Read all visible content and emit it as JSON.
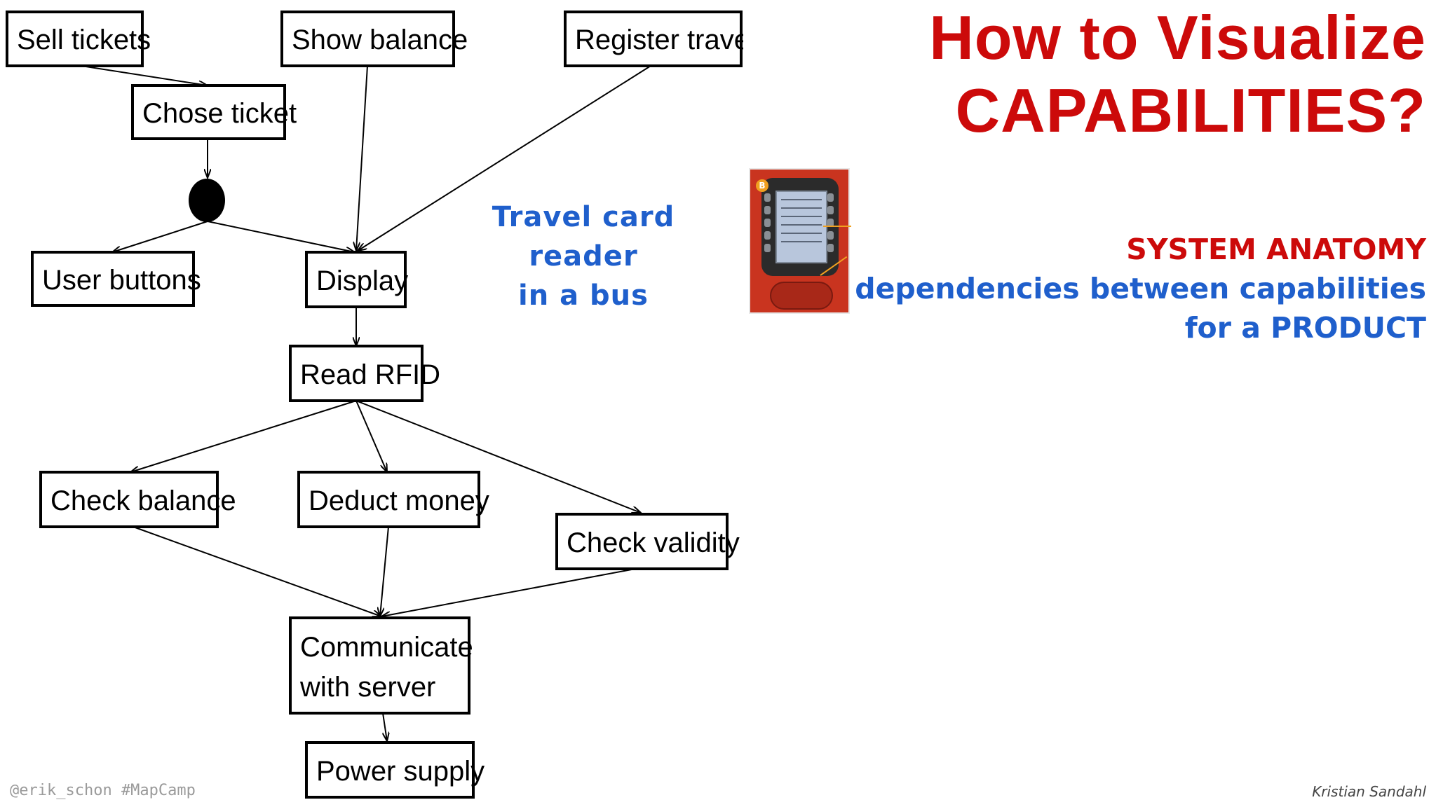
{
  "title": {
    "line1": "How to Visualize",
    "line2": "CAPABILITIES?"
  },
  "anatomy": {
    "heading": "SYSTEM ANATOMY",
    "line1": "dependencies between capabilities",
    "line2": "for a PRODUCT"
  },
  "reader": {
    "caption_line1": "Travel card reader",
    "caption_line2": "in a bus",
    "badge": "B"
  },
  "diagram": {
    "nodes": [
      {
        "id": "sell_tickets",
        "label": "Sell tickets"
      },
      {
        "id": "show_balance",
        "label": "Show balance"
      },
      {
        "id": "register_travel",
        "label": "Register travel"
      },
      {
        "id": "chose_ticket",
        "label": "Chose ticket"
      },
      {
        "id": "user_buttons",
        "label": "User buttons"
      },
      {
        "id": "display",
        "label": "Display"
      },
      {
        "id": "read_rfid",
        "label": "Read RFID"
      },
      {
        "id": "check_balance",
        "label": "Check balance"
      },
      {
        "id": "deduct_money",
        "label": "Deduct money"
      },
      {
        "id": "check_validity",
        "label": "Check validity"
      },
      {
        "id": "communicate",
        "label": "Communicate",
        "label2": "with server"
      },
      {
        "id": "power_supply",
        "label": "Power supply"
      }
    ],
    "edges": [
      {
        "from": "sell_tickets",
        "to": "chose_ticket"
      },
      {
        "from": "chose_ticket",
        "to": "fork"
      },
      {
        "from": "fork",
        "to": "user_buttons"
      },
      {
        "from": "fork",
        "to": "display"
      },
      {
        "from": "show_balance",
        "to": "display"
      },
      {
        "from": "register_travel",
        "to": "display"
      },
      {
        "from": "display",
        "to": "read_rfid"
      },
      {
        "from": "read_rfid",
        "to": "check_balance"
      },
      {
        "from": "read_rfid",
        "to": "deduct_money"
      },
      {
        "from": "read_rfid",
        "to": "check_validity"
      },
      {
        "from": "check_balance",
        "to": "communicate"
      },
      {
        "from": "deduct_money",
        "to": "communicate"
      },
      {
        "from": "check_validity",
        "to": "communicate"
      },
      {
        "from": "communicate",
        "to": "power_supply"
      }
    ]
  },
  "footer": {
    "left": "@erik_schon #MapCamp",
    "right": "Kristian Sandahl"
  }
}
